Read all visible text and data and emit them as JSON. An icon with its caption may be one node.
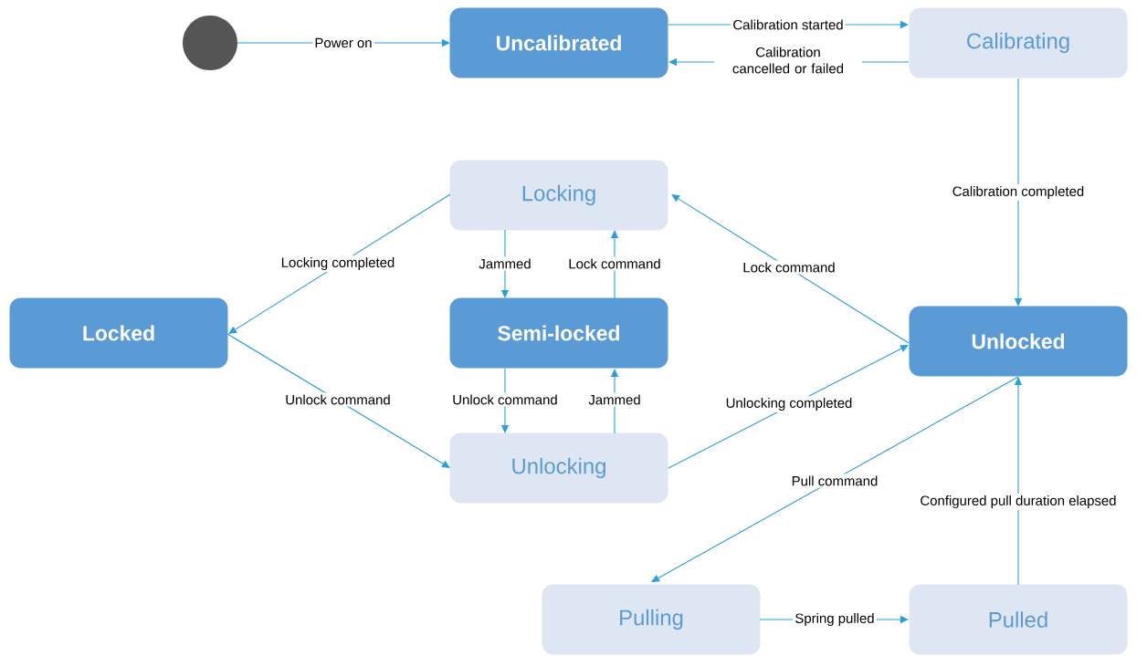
{
  "diagram": {
    "nodes": [
      {
        "text": [],
        "shape": "circle"
      },
      {
        "text": [
          "Uncalibrated"
        ]
      },
      {
        "text": [
          "Calibrating"
        ]
      },
      {
        "text": [
          "Locking"
        ]
      },
      {
        "text": [
          "Locked"
        ]
      },
      {
        "text": [
          "Semi-locked"
        ]
      },
      {
        "text": [
          "Unlocked"
        ]
      },
      {
        "text": [
          "Unlocking"
        ]
      },
      {
        "text": [
          "Pulling"
        ]
      },
      {
        "text": [
          "Pulled"
        ]
      }
    ],
    "edges": [
      {
        "from": 0,
        "to": 1,
        "arrow": "to",
        "label": "Power on"
      },
      {
        "from": 1,
        "to": 2,
        "arrow": "to",
        "label": "Calibration started"
      },
      {
        "from": 2,
        "to": 1,
        "arrow": "to",
        "label": "Calibration cancelled or failed"
      },
      {
        "from": 2,
        "to": 6,
        "arrow": "to",
        "label": "Calibration completed"
      },
      {
        "from": 3,
        "to": 4,
        "arrow": "to",
        "label": "Locking completed"
      },
      {
        "from": 3,
        "to": 5,
        "arrow": "to",
        "label": "Jammed"
      },
      {
        "from": 5,
        "to": 3,
        "arrow": "to",
        "label": "Lock command"
      },
      {
        "from": 6,
        "to": 3,
        "arrow": "to",
        "label": "Lock command"
      },
      {
        "from": 4,
        "to": 7,
        "arrow": "to",
        "label": "Unlock command"
      },
      {
        "from": 5,
        "to": 7,
        "arrow": "to",
        "label": "Unlock command"
      },
      {
        "from": 7,
        "to": 5,
        "arrow": "to",
        "label": "Jammed"
      },
      {
        "from": 7,
        "to": 6,
        "arrow": "to",
        "label": "Unlocking completed"
      },
      {
        "from": 6,
        "to": 8,
        "arrow": "to",
        "label": "Pull command"
      },
      {
        "from": 8,
        "to": 9,
        "arrow": "to",
        "label": "Spring pulled"
      },
      {
        "from": 9,
        "to": 6,
        "arrow": "to",
        "label": "Configured pull duration elapsed"
      }
    ]
  }
}
